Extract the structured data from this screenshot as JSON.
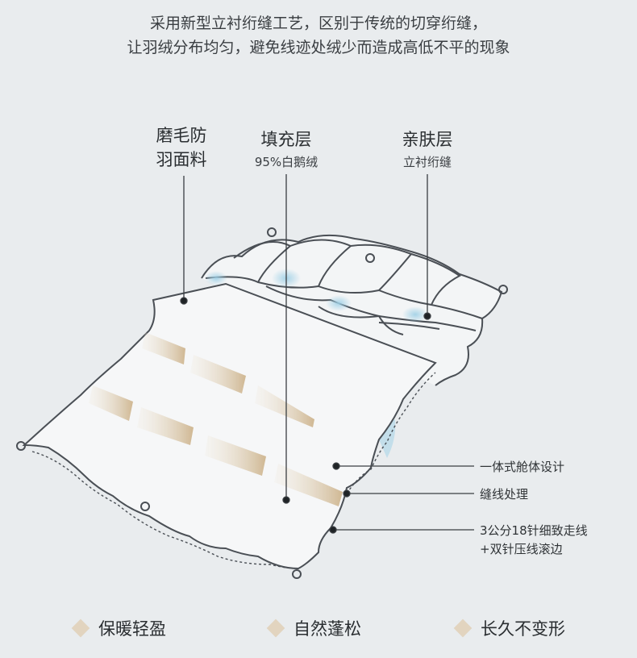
{
  "intro": {
    "line1": "采用新型立衬绗缝工艺，区别于传统的切穿绗缝，",
    "line2": "让羽绒分布均匀，避免线迹处绒少而造成高低不平的现象"
  },
  "layers": [
    {
      "title_line1": "磨毛防",
      "title_line2": "羽面料"
    },
    {
      "title": "填充层",
      "subtitle": "95%白鹅绒"
    },
    {
      "title": "亲肤层",
      "subtitle": "立衬绗缝"
    }
  ],
  "callouts": {
    "c1": "一体式舱体设计",
    "c2": "缝线处理",
    "c3_line1": "3公分18针细致走线",
    "c3_line2": "+双针压线滚边"
  },
  "features": [
    "保暖轻盈",
    "自然蓬松",
    "长久不变形"
  ],
  "colors": {
    "background": "#e9ecee",
    "outline": "#4a4f55",
    "fill_gold": "#d8c7a6",
    "puff_blue": "#a9d3e4",
    "diamond": "#e2d4bf"
  }
}
